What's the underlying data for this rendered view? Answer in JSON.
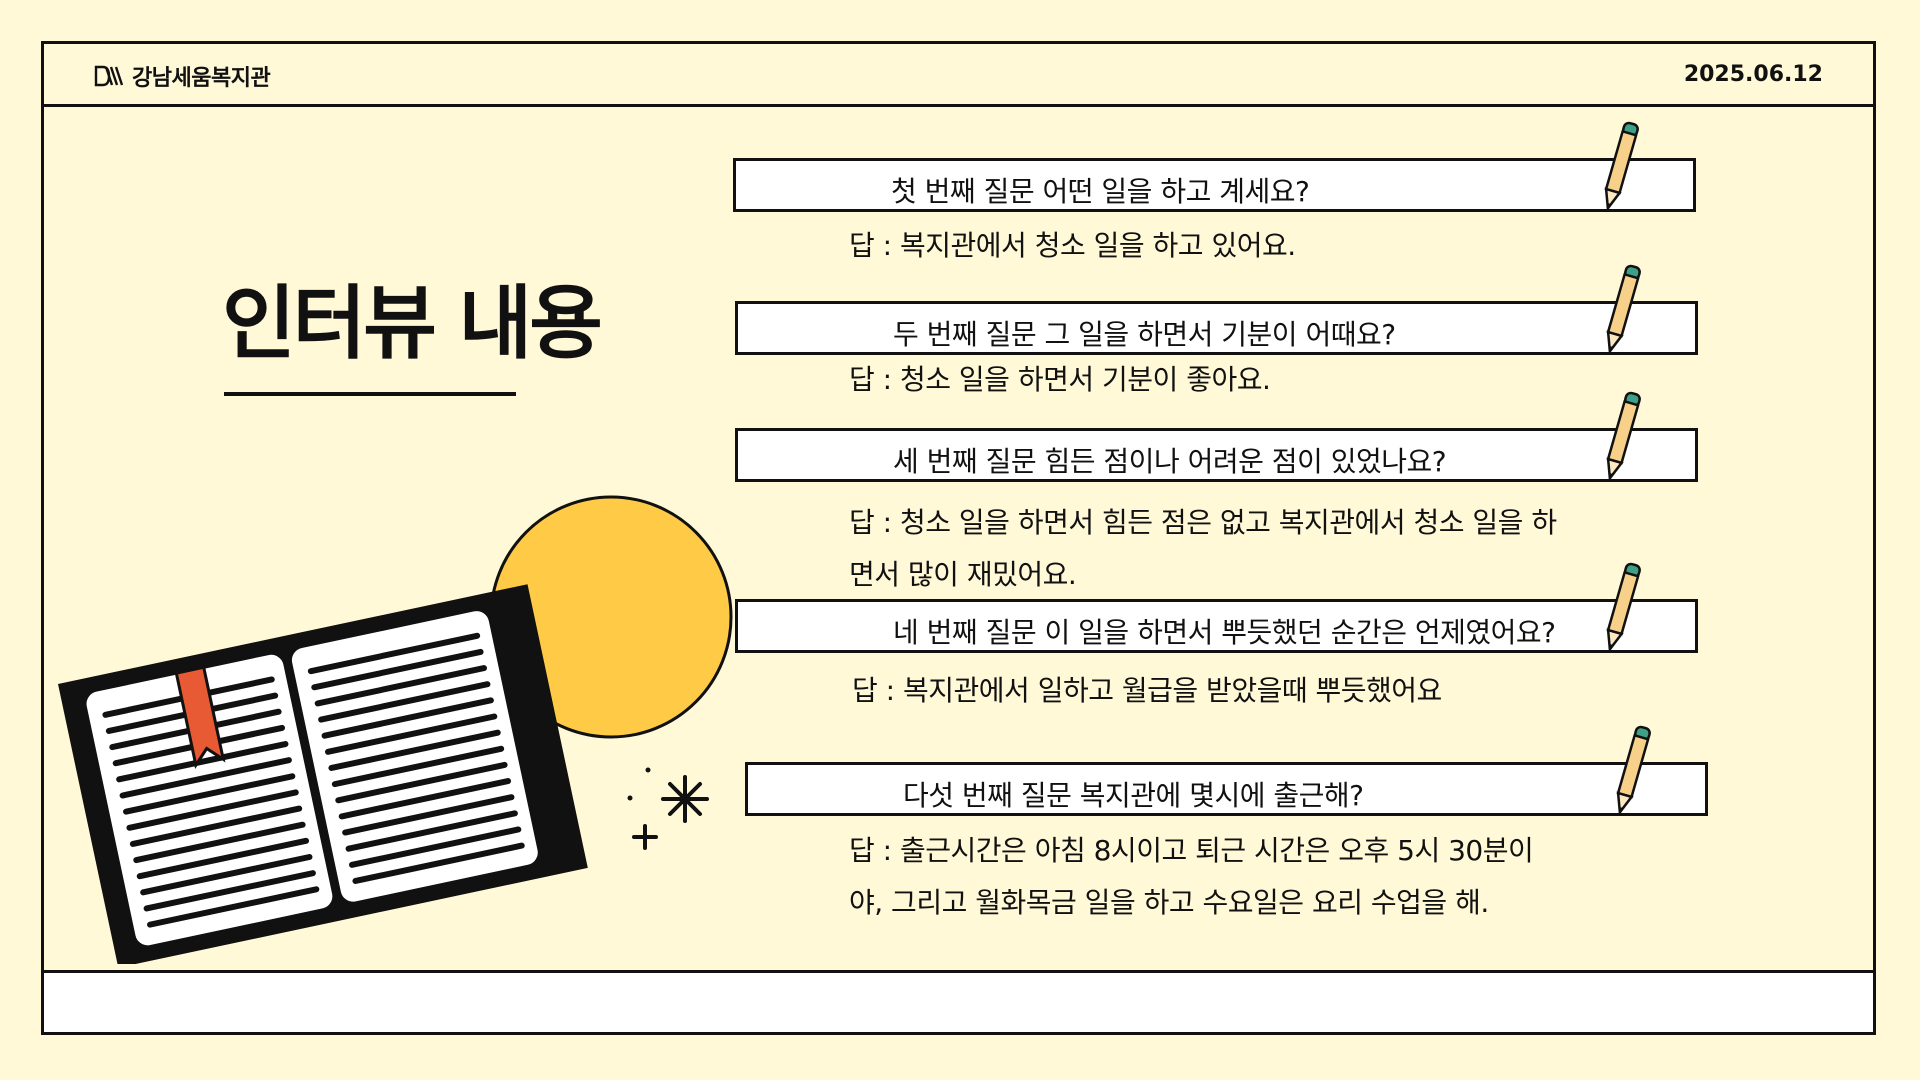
{
  "header": {
    "org_name": "강남세움복지관",
    "date": "2025.06.12"
  },
  "title": "인터뷰 내용",
  "icons": {
    "logo": "logo-mark-icon",
    "pencil": "pencil-icon",
    "book": "open-book-icon",
    "sun": "sun-circle-icon",
    "sparkle": "sparkle-icon"
  },
  "colors": {
    "background": "#FFF9D8",
    "sun": "#FFCB47",
    "bookmark": "#E85A34",
    "pencil_body": "#F7D089",
    "pencil_eraser": "#3FA088",
    "outline": "#111111"
  },
  "interview": [
    {
      "question": "첫 번째 질문 어떤 일을 하고 계세요?",
      "answer_lines": [
        "답 : 복지관에서 청소 일을 하고 있어요."
      ]
    },
    {
      "question": "두 번째 질문 그 일을 하면서 기분이 어때요?",
      "answer_lines": [
        "답 : 청소 일을 하면서 기분이 좋아요."
      ]
    },
    {
      "question": "세 번째 질문 힘든 점이나 어려운 점이 있었나요?",
      "answer_lines": [
        "답 : 청소 일을 하면서 힘든 점은 없고 복지관에서 청소 일을 하",
        "면서 많이 재밌어요."
      ]
    },
    {
      "question": "네 번째 질문 이 일을 하면서 뿌듯했던 순간은 언제였어요?",
      "answer_lines": [
        "답 : 복지관에서 일하고 월급을 받았을때 뿌듯했어요"
      ]
    },
    {
      "question": "다섯 번째 질문 복지관에 몇시에 출근해?",
      "answer_lines": [
        "답 :  출근시간은 아침 8시이고  퇴근 시간은 오후 5시 30분이",
        "야, 그리고 월화목금 일을 하고 수요일은 요리 수업을 해."
      ]
    }
  ]
}
